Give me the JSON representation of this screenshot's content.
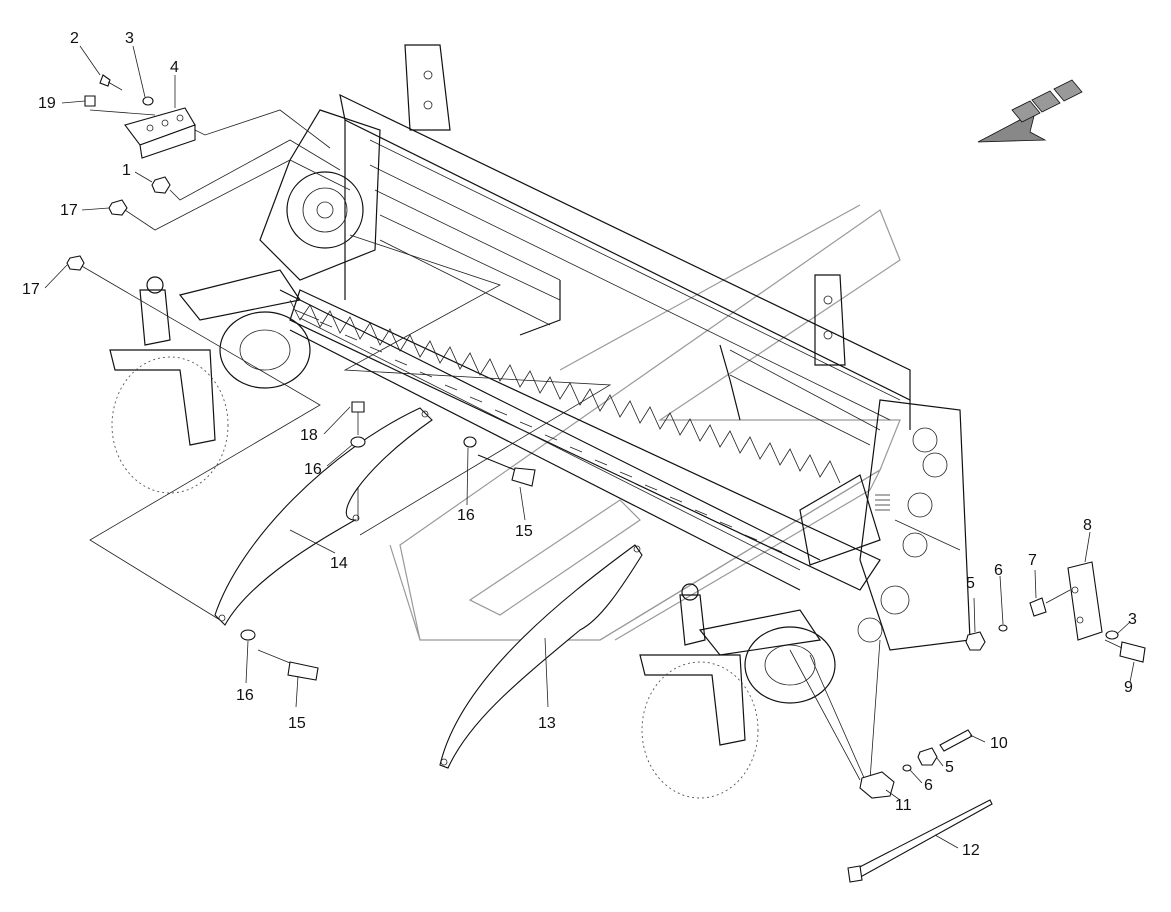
{
  "callouts": [
    {
      "id": "c-2",
      "text": "2"
    },
    {
      "id": "c-3a",
      "text": "3"
    },
    {
      "id": "c-4",
      "text": "4"
    },
    {
      "id": "c-19",
      "text": "19"
    },
    {
      "id": "c-1",
      "text": "1"
    },
    {
      "id": "c-17a",
      "text": "17"
    },
    {
      "id": "c-17b",
      "text": "17"
    },
    {
      "id": "c-18",
      "text": "18"
    },
    {
      "id": "c-16a",
      "text": "16"
    },
    {
      "id": "c-16b",
      "text": "16"
    },
    {
      "id": "c-15a",
      "text": "15"
    },
    {
      "id": "c-14",
      "text": "14"
    },
    {
      "id": "c-16c",
      "text": "16"
    },
    {
      "id": "c-15b",
      "text": "15"
    },
    {
      "id": "c-13",
      "text": "13"
    },
    {
      "id": "c-8",
      "text": "8"
    },
    {
      "id": "c-7",
      "text": "7"
    },
    {
      "id": "c-6a",
      "text": "6"
    },
    {
      "id": "c-5a",
      "text": "5"
    },
    {
      "id": "c-3b",
      "text": "3"
    },
    {
      "id": "c-9",
      "text": "9"
    },
    {
      "id": "c-10",
      "text": "10"
    },
    {
      "id": "c-5b",
      "text": "5"
    },
    {
      "id": "c-6b",
      "text": "6"
    },
    {
      "id": "c-11",
      "text": "11"
    },
    {
      "id": "c-12",
      "text": "12"
    }
  ],
  "icons": {
    "direction": "travel-direction-arrow-icon"
  }
}
